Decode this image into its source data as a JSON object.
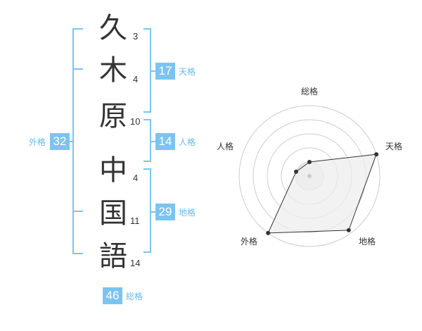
{
  "colors": {
    "accent": "#7cc4f0",
    "accent_text": "#66bbee",
    "text": "#333333",
    "grid": "#cccccc",
    "fill": "#eeeeee"
  },
  "name": {
    "chars": [
      {
        "char": "久",
        "strokes": "3"
      },
      {
        "char": "木",
        "strokes": "4"
      },
      {
        "char": "原",
        "strokes": "10"
      },
      {
        "char": "中",
        "strokes": "4"
      },
      {
        "char": "国",
        "strokes": "11"
      },
      {
        "char": "語",
        "strokes": "14"
      }
    ]
  },
  "kaku": {
    "tenkaku": {
      "value": "17",
      "label": "天格"
    },
    "jinkaku": {
      "value": "14",
      "label": "人格"
    },
    "chikaku": {
      "value": "29",
      "label": "地格"
    },
    "gaikaku": {
      "value": "32",
      "label": "外格"
    },
    "soukaku": {
      "value": "46",
      "label": "総格"
    }
  },
  "chart_data": {
    "type": "radar",
    "axes": [
      "総格",
      "天格",
      "地格",
      "外格",
      "人格"
    ],
    "values": [
      0.2,
      1.0,
      0.95,
      1.0,
      0.2
    ],
    "range": [
      0,
      1
    ],
    "rings": 5
  }
}
